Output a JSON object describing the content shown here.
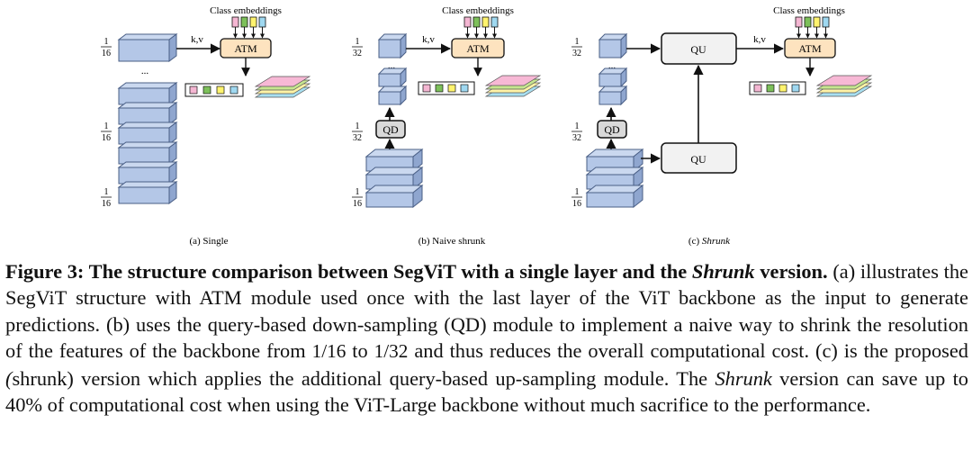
{
  "figure": {
    "panels": [
      {
        "label": "(a) Single",
        "class_embeddings_label": "Class embeddings",
        "atm_label": "ATM",
        "kv_label": "k,v",
        "dots": "...",
        "scales": [
          {
            "num": "1",
            "den": "16"
          },
          {
            "num": "1",
            "den": "16"
          },
          {
            "num": "1",
            "den": "16"
          }
        ]
      },
      {
        "label": "(b) Naive shrunk",
        "class_embeddings_label": "Class embeddings",
        "atm_label": "ATM",
        "kv_label": "k,v",
        "qd_label": "QD",
        "dots": "...",
        "scales": [
          {
            "num": "1",
            "den": "32"
          },
          {
            "num": "1",
            "den": "32"
          },
          {
            "num": "1",
            "den": "16"
          }
        ]
      },
      {
        "label_prefix": "(c) ",
        "label_italic": "Shrunk",
        "class_embeddings_label": "Class embeddings",
        "atm_label": "ATM",
        "kv_label": "k,v",
        "qd_label": "QD",
        "qu_top_label": "QU",
        "qu_bottom_label": "QU",
        "dots": "...",
        "scales": [
          {
            "num": "1",
            "den": "32"
          },
          {
            "num": "1",
            "den": "32"
          },
          {
            "num": "1",
            "den": "16"
          }
        ]
      }
    ],
    "colors": {
      "block_fill": "#b4c7e7",
      "block_stroke": "#4a5f86",
      "atm_fill": "#fde3bf",
      "qd_fill": "#d9d9d9",
      "embedding_colors": [
        "#f4b6d2",
        "#7dc05a",
        "#fff36e",
        "#9fd8f0"
      ],
      "map_colors": [
        "#f7b8d5",
        "#c6e58f",
        "#fff3a6",
        "#a8dff0"
      ]
    }
  },
  "caption": {
    "lead_bold": "Figure 3: The structure comparison between SegViT with a single layer and the ",
    "lead_bold_italic": "Shrunk",
    "lead_bold_end": " version.",
    "t1": " (a) illustrates the SegViT structure with ATM module used once with the last layer of the ViT backbone as the input to generate predictions. (b) uses the query-based down-sampling (QD) module to implement a naive way to shrink the resolution of the features of the backbone from ",
    "f1": "1/16",
    "t2": " to ",
    "f2": "1/32",
    "t3": " and thus reduces the overall computational cost. (c) is the proposed ",
    "t3b": "(",
    "t3c": "shrunk) version which applies the additional query-based up-sampling module. The ",
    "shrunk_italic": "Shrunk",
    "t4": " version can save up to 40% of computational cost when using the ViT-Large backbone without much sacrifice to the performance."
  }
}
